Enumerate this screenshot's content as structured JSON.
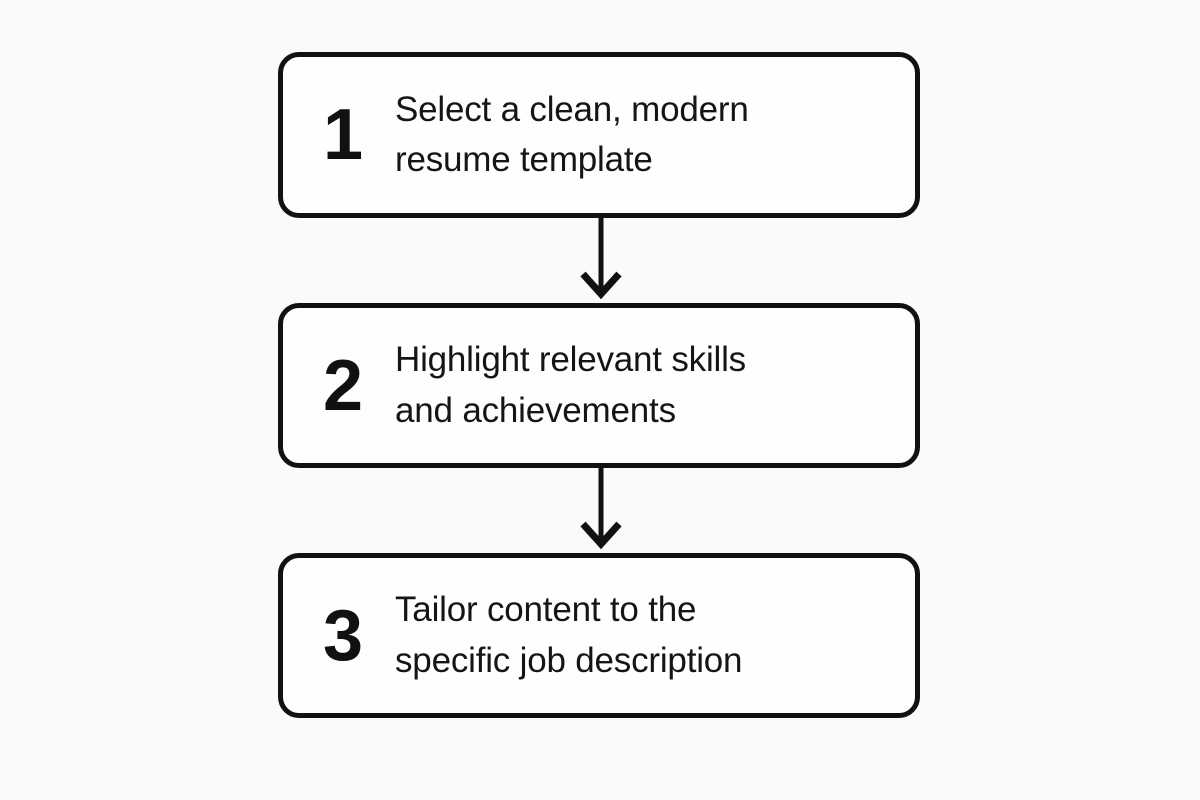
{
  "diagram": {
    "type": "vertical-flowchart",
    "background_color": "#FAFAF9",
    "stroke_color": "#111111",
    "text_color": "#151515",
    "steps": [
      {
        "number": "1",
        "line1": "Select a clean, modern",
        "line2": "resume template"
      },
      {
        "number": "2",
        "line1": "Highlight relevant skills",
        "line2": "and achievements"
      },
      {
        "number": "3",
        "line1": "Tailor content to the",
        "line2": "specific job description"
      }
    ],
    "connectors": [
      {
        "from": "1",
        "to": "2",
        "direction": "down"
      },
      {
        "from": "2",
        "to": "3",
        "direction": "down"
      }
    ]
  }
}
